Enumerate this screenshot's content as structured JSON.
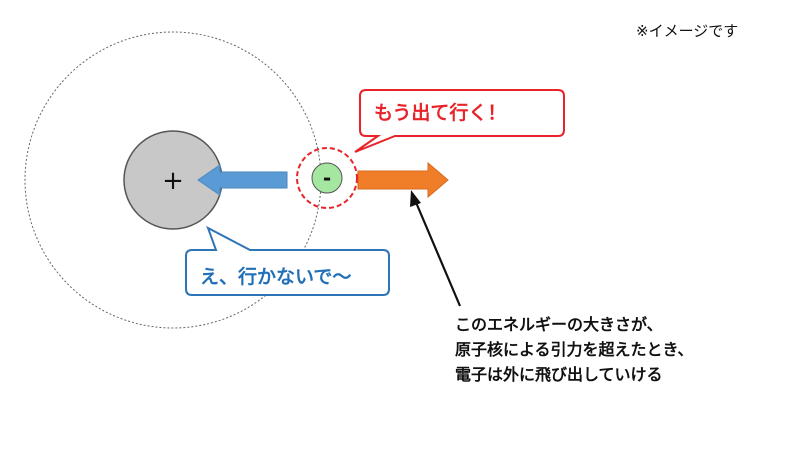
{
  "note": "※イメージです",
  "nucleus": {
    "sign": "+"
  },
  "electron": {
    "sign": "-"
  },
  "speech": {
    "electron": "もう出て行く！",
    "nucleus": "え、行かないで～"
  },
  "explanation": {
    "lines": [
      "このエネルギーの大きさが、",
      "原子核による引力を超えたとき、",
      "電子は外に飛び出していける"
    ]
  },
  "colors": {
    "nucleus_fill": "#c8c8c8",
    "electron_fill": "#a5e6a0",
    "electron_ring": "#e8232a",
    "attraction_arrow": "#5b9bd5",
    "energy_arrow": "#f07d28",
    "red_bubble_border": "#e8232a",
    "blue_bubble_border": "#2e75b6"
  }
}
